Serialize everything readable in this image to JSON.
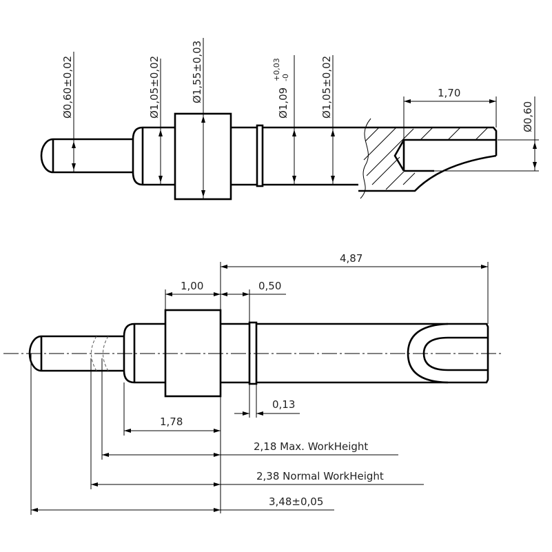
{
  "top_view": {
    "dia_tip": "Ø0,60±0,02",
    "dia_collar": "Ø1,05±0,02",
    "dia_flange": "Ø1,55±0,03",
    "dia_ring": "Ø1,09",
    "dia_ring_tol_upper": "+0,03",
    "dia_ring_tol_lower": "-0",
    "dia_shaft": "Ø1,05±0,02",
    "bore_depth": "1,70",
    "bore_dia": "Ø0,60"
  },
  "side_view": {
    "total_length": "4,87",
    "flange_width": "1,00",
    "ring_offset": "0,50",
    "ring_width": "0,13",
    "collar_to_flange": "1,78",
    "max_workheight": "2,18 Max. WorkHeight",
    "normal_workheight": "2,38 Normal WorkHeight",
    "overall_tip": "3,48±0,05"
  },
  "colors": {
    "line": "#000000",
    "background": "#ffffff"
  }
}
